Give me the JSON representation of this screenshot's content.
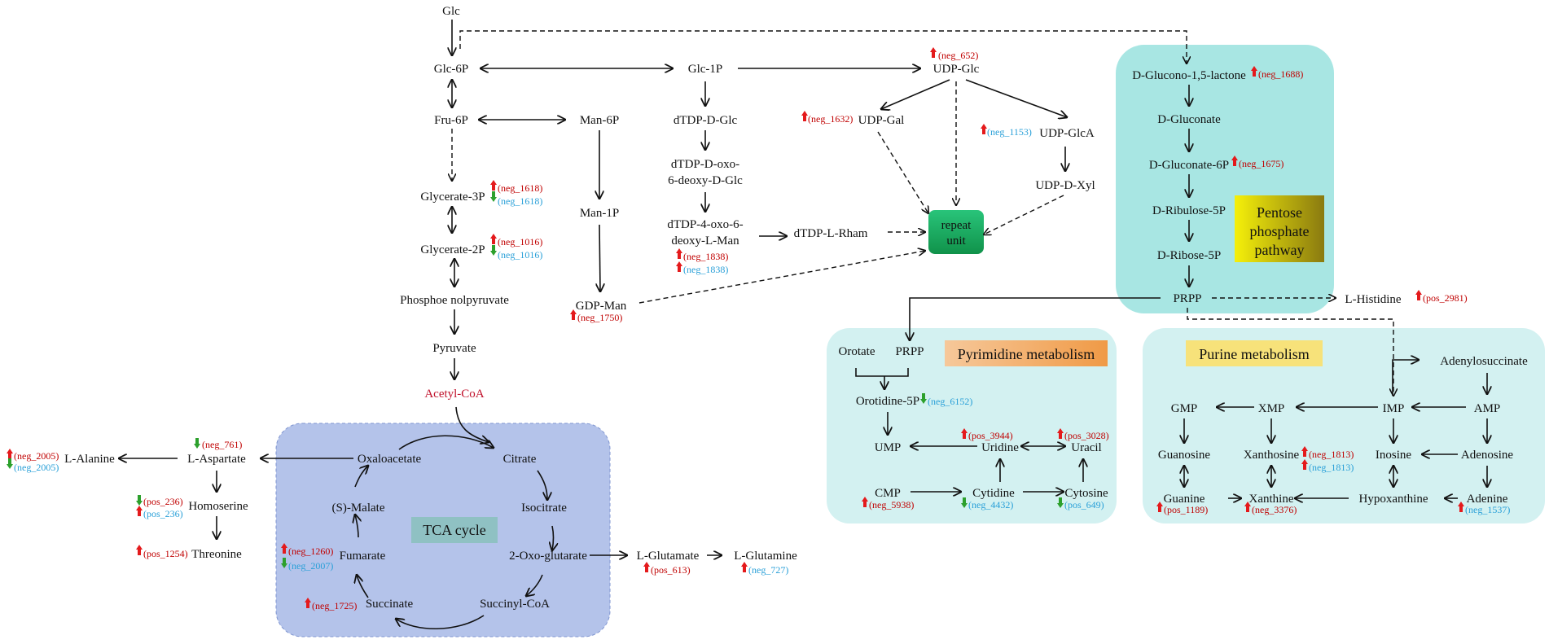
{
  "sections": {
    "tca": "TCA cycle",
    "pentose": "Pentose phosphate pathway",
    "pyrimidine": "Pyrimidine metabolism",
    "purine": "Purine metabolism",
    "repeat_unit": "repeat unit"
  },
  "nodes": {
    "glc": "Glc",
    "glc6p": "Glc-6P",
    "fru6p": "Fru-6P",
    "glycerate3p": "Glycerate-3P",
    "glycerate2p": "Glycerate-2P",
    "pep": "Phosphoe nolpyruvate",
    "pyruvate": "Pyruvate",
    "acetylcoa": "Acetyl-CoA",
    "man6p": "Man-6P",
    "man1p": "Man-1P",
    "gdpman": "GDP-Man",
    "glc1p": "Glc-1P",
    "dtdpdglc": "dTDP-D-Glc",
    "dtdpoxo_1": "dTDP-D-oxo-",
    "dtdpoxo_2": "6-deoxy-D-Glc",
    "dtdp4oxo_1": "dTDP-4-oxo-6-",
    "dtdp4oxo_2": "deoxy-L-Man",
    "dtdplrham": "dTDP-L-Rham",
    "udpglc": "UDP-Glc",
    "udpgal": "UDP-Gal",
    "udpglca": "UDP-GlcA",
    "udpdxyl": "UDP-D-Xyl",
    "glucono": "D-Glucono-1,5-lactone",
    "gluconate": "D-Gluconate",
    "gluconate6p": "D-Gluconate-6P",
    "ribulose5p": "D-Ribulose-5P",
    "ribose5p": "D-Ribose-5P",
    "prpp": "PRPP",
    "lhistidine": "L-Histidine",
    "orotate": "Orotate",
    "prpp2": "PRPP",
    "orotidine5p": "Orotidine-5P",
    "ump": "UMP",
    "uridine": "Uridine",
    "uracil": "Uracil",
    "cmp": "CMP",
    "cytidine": "Cytidine",
    "cytosine": "Cytosine",
    "adenylosuccinate": "Adenylosuccinate",
    "gmp": "GMP",
    "xmp": "XMP",
    "imp": "IMP",
    "amp": "AMP",
    "guanosine": "Guanosine",
    "xanthosine": "Xanthosine",
    "inosine": "Inosine",
    "adenosine": "Adenosine",
    "guanine": "Guanine",
    "xanthine": "Xanthine",
    "hypoxanthine": "Hypoxanthine",
    "adenine": "Adenine",
    "oxaloacetate": "Oxaloacetate",
    "citrate": "Citrate",
    "isocitrate": "Isocitrate",
    "oxoglutarate": "2-Oxo-glutarate",
    "succinylcoa": "Succinyl-CoA",
    "succinate": "Succinate",
    "fumarate": "Fumarate",
    "smalate": "(S)-Malate",
    "laspartate": "L-Aspartate",
    "lalanine": "L-Alanine",
    "homoserine": "Homoserine",
    "threonine": "Threonine",
    "lglutamate": "L-Glutamate",
    "lglutamine": "L-Glutamine"
  },
  "markers": {
    "neg652": "(neg_652)",
    "neg1632": "(neg_1632)",
    "neg1153": "(neg_1153)",
    "neg1688": "(neg_1688)",
    "neg1675": "(neg_1675)",
    "pos2981": "(pos_2981)",
    "neg1618a": "(neg_1618)",
    "neg1618b": "(neg_1618)",
    "neg1016a": "(neg_1016)",
    "neg1016b": "(neg_1016)",
    "neg1838a": "(neg_1838)",
    "neg1838b": "(neg_1838)",
    "neg1750": "(neg_1750)",
    "neg6152": "(neg_6152)",
    "pos3944": "(pos_3944)",
    "pos3028": "(pos_3028)",
    "neg5938": "(neg_5938)",
    "neg4432": "(neg_4432)",
    "pos649": "(pos_649)",
    "neg1813a": "(neg_1813)",
    "neg1813b": "(neg_1813)",
    "pos1189": "(pos_1189)",
    "neg3376": "(neg_3376)",
    "neg1537": "(neg_1537)",
    "neg761": "(neg_761)",
    "neg2005a": "(neg_2005)",
    "neg2005b": "(neg_2005)",
    "pos236a": "(pos_236)",
    "pos236b": "(pos_236)",
    "pos1254": "(pos_1254)",
    "neg1260": "(neg_1260)",
    "neg2007": "(neg_2007)",
    "neg1725": "(neg_1725)",
    "pos613": "(pos_613)",
    "neg727": "(neg_727)"
  },
  "colors": {
    "tca_box": "#b4c3ea",
    "pentose_box": "#a8e6e3",
    "metab_box": "#d3f1f1",
    "up_arrow": "#e41a1c",
    "down_arrow": "#2ca02c",
    "label_red": "#c00000",
    "label_blue": "#2aa0d8"
  }
}
